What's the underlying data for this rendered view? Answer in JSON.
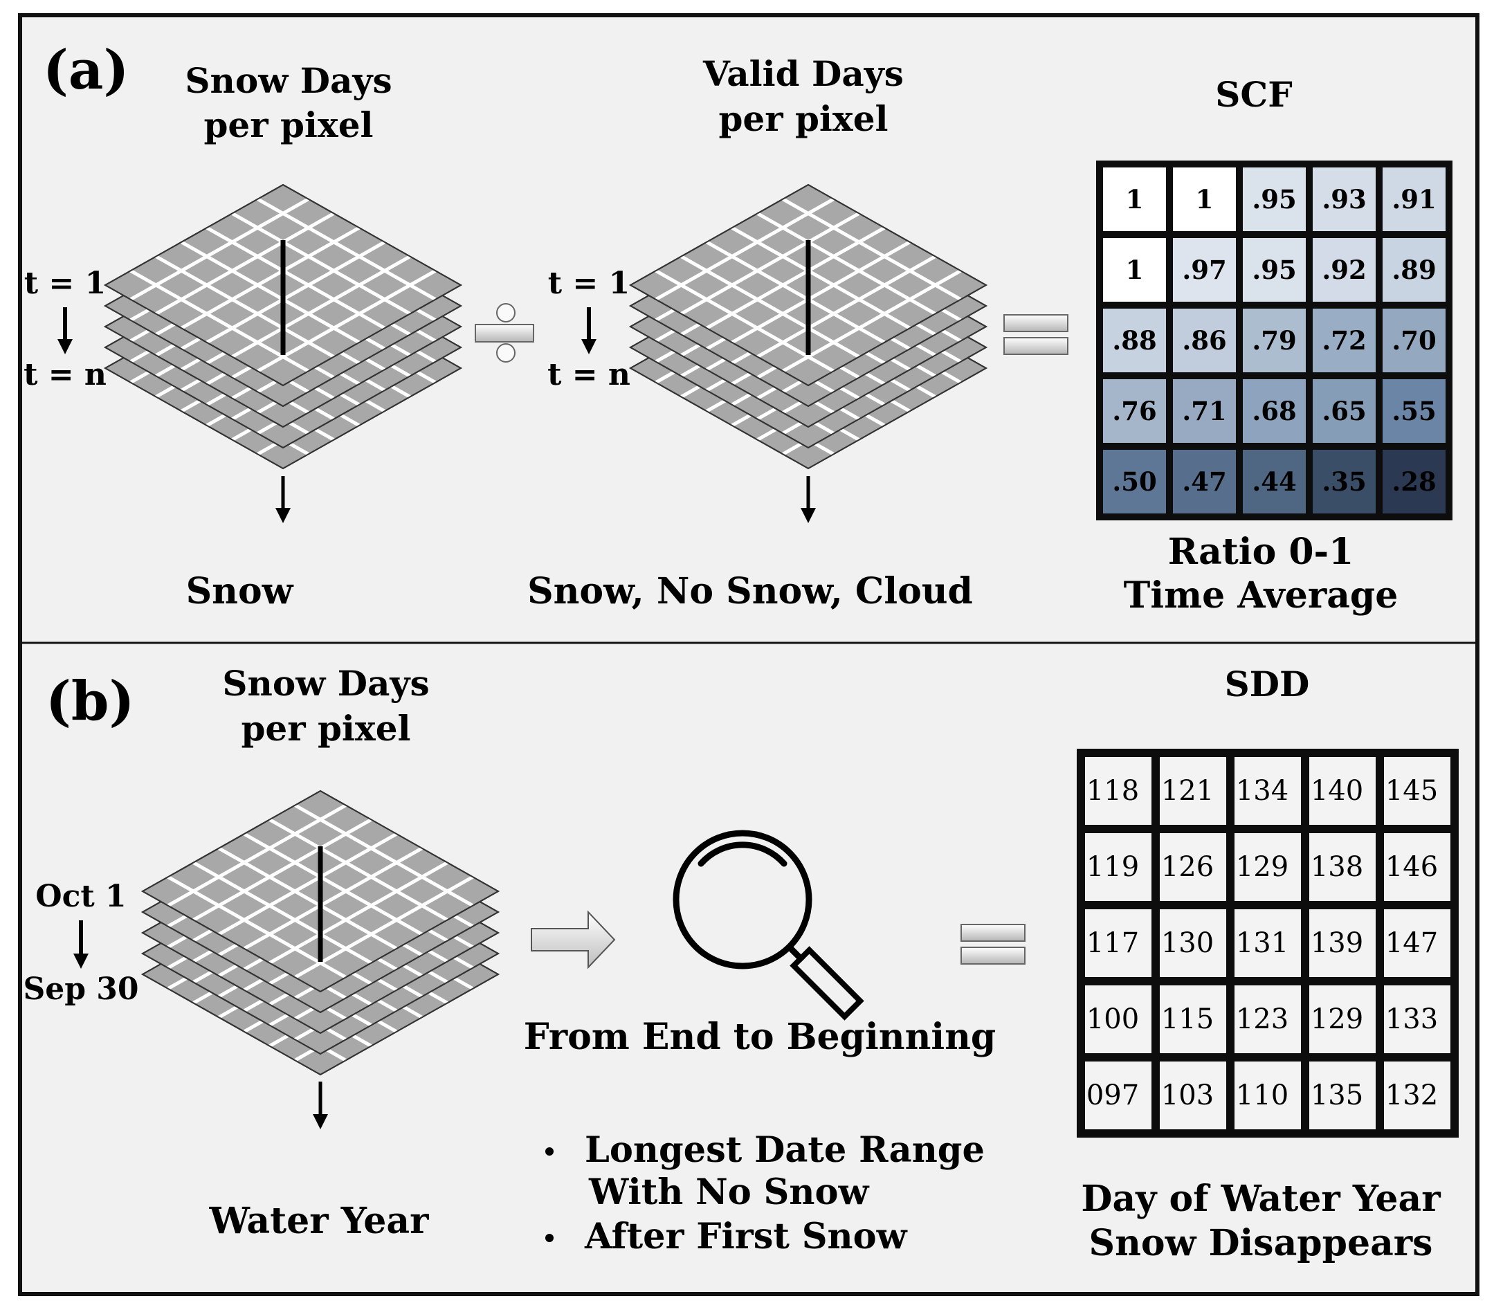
{
  "panel_a": {
    "letter": "(a)",
    "stack1": {
      "title_lines": [
        "Snow Days",
        "per pixel"
      ],
      "time_start": "t = 1",
      "time_end": "t = n",
      "caption": "Snow"
    },
    "stack2": {
      "title_lines": [
        "Valid Days",
        "per pixel"
      ],
      "time_start": "t = 1",
      "time_end": "t = n",
      "caption": "Snow, No Snow, Cloud"
    },
    "grid": {
      "title": "SCF",
      "values": [
        [
          "1",
          "1",
          ".95",
          ".93",
          ".91"
        ],
        [
          "1",
          ".97",
          ".95",
          ".92",
          ".89"
        ],
        [
          ".88",
          ".86",
          ".79",
          ".72",
          ".70"
        ],
        [
          ".76",
          ".71",
          ".68",
          ".65",
          ".55"
        ],
        [
          ".50",
          ".47",
          ".44",
          ".35",
          ".28"
        ]
      ],
      "color_low": "#263246",
      "color_high": "#ffffff",
      "caption_lines": [
        "Ratio 0-1",
        "Time Average"
      ]
    },
    "divide_icon": "division-sign-icon",
    "equals_icon": "equals-sign-icon"
  },
  "panel_b": {
    "letter": "(b)",
    "stack": {
      "title_lines": [
        "Snow Days",
        "per pixel"
      ],
      "time_start": "Oct 1",
      "time_end": "Sep 30",
      "caption": "Water Year"
    },
    "arrow_icon": "right-arrow-icon",
    "search_icon": "magnifying-glass-icon",
    "search_caption": "From End to Beginning",
    "bullets": [
      [
        "Longest Date Range",
        "With No Snow"
      ],
      [
        "After First Snow"
      ]
    ],
    "grid": {
      "title": "SDD",
      "values": [
        [
          "118",
          "121",
          "134",
          "140",
          "145"
        ],
        [
          "119",
          "126",
          "129",
          "138",
          "146"
        ],
        [
          "117",
          "130",
          "131",
          "139",
          "147"
        ],
        [
          "100",
          "115",
          "123",
          "129",
          "133"
        ],
        [
          "097",
          "103",
          "110",
          "135",
          "132"
        ]
      ],
      "caption_lines": [
        "Day of Water Year",
        "Snow Disappears"
      ]
    },
    "equals_icon": "equals-sign-icon"
  },
  "colors": {
    "background": "#f1f1f1",
    "border": "#111111",
    "tile": "#a8a8a8",
    "grid_line": "#ffffff"
  }
}
